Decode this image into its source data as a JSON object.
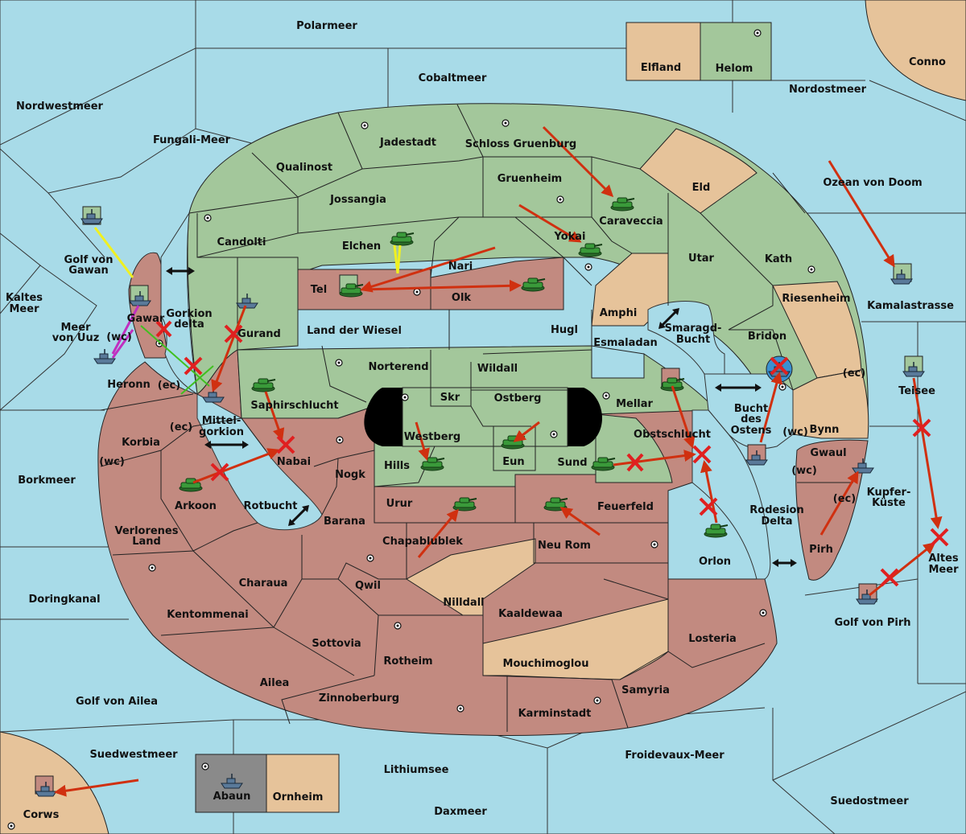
{
  "regions": {
    "polarmeer": "Polarmeer",
    "cobaltmeer": "Cobaltmeer",
    "nordwestmeer": "Nordwestmeer",
    "fungali_meer": "Fungali-Meer",
    "nordostmeer": "Nordostmeer",
    "conno": "Conno",
    "elfland": "Elfland",
    "helom": "Helom",
    "jadestadt": "Jadestadt",
    "schloss_gruenburg": "Schloss Gruenburg",
    "qualinost": "Qualinost",
    "jossangia": "Jossangia",
    "gruenheim": "Gruenheim",
    "eld": "Eld",
    "ozean_von_doom": "Ozean von Doom",
    "candolti": "Candolti",
    "elchen": "Elchen",
    "caraveccia": "Caraveccia",
    "yokai": "Yokai",
    "nari": "Nari",
    "utar": "Utar",
    "kath": "Kath",
    "golf_von_gawan": "Golf von Gawan",
    "kaltes_meer": "Kaltes Meer",
    "tel": "Tel",
    "olk": "Olk",
    "amphi": "Amphi",
    "riesenheim": "Riesenheim",
    "kamalastrasse": "Kamalastrasse",
    "gawar": "Gawar",
    "gorkion_delta": "Gorkion delta",
    "meer_von_uuz": "Meer von Uuz",
    "gurand": "Gurand",
    "land_der_wiesel": "Land der Wiesel",
    "hugl": "Hugl",
    "smaragd_bucht": "Smaragd-Bucht",
    "bridon": "Bridon",
    "esmaladan": "Esmaladan",
    "heronn": "Heronn",
    "norterend": "Norterend",
    "wildall": "Wildall",
    "skr": "Skr",
    "ostberg": "Ostberg",
    "mellar": "Mellar",
    "teisee": "Teisee",
    "ec": "(ec)",
    "wc": "(wc)",
    "saphirschlucht": "Saphirschlucht",
    "mittel_gorkion": "Mittel-gorkion",
    "bucht_des_ostens": "Bucht des Ostens",
    "bynn": "Bynn",
    "korbia": "Korbia",
    "westberg": "Westberg",
    "obstschlucht": "Obstschlucht",
    "gwaul": "Gwaul",
    "nabai": "Nabai",
    "hills": "Hills",
    "eun": "Eun",
    "sund": "Sund",
    "borkmeer": "Borkmeer",
    "nogk": "Nogk",
    "kupfer_kueste": "Kupfer-Küste",
    "arkoon": "Arkoon",
    "rotbucht": "Rotbucht",
    "urur": "Urur",
    "feuerfeld": "Feuerfeld",
    "rodesion_delta": "Rodesion Delta",
    "barana": "Barana",
    "verlorenes_land": "Verlorenes Land",
    "chapablublek": "Chapablublek",
    "neu_rom": "Neu Rom",
    "pirh": "Pirh",
    "altes_meer": "Altes Meer",
    "orlon": "Orlon",
    "qwil": "Qwil",
    "charaua": "Charaua",
    "nilldall": "Nilldall",
    "doringkanal": "Doringkanal",
    "kaaldewaa": "Kaaldewaa",
    "kentommenai": "Kentommenai",
    "golf_von_pirh": "Golf von Pirh",
    "losteria": "Losteria",
    "sottovia": "Sottovia",
    "rotheim": "Rotheim",
    "mouchimoglou": "Mouchimoglou",
    "ailea": "Ailea",
    "samyria": "Samyria",
    "golf_von_ailea": "Golf von Ailea",
    "zinnoberburg": "Zinnoberburg",
    "karminstadt": "Karminstadt",
    "suedwestmeer": "Suedwestmeer",
    "froidevaux_meer": "Froidevaux-Meer",
    "lithiumsee": "Lithiumsee",
    "abaun": "Abaun",
    "ornheim": "Ornheim",
    "suedostmeer": "Suedostmeer",
    "daxmeer": "Daxmeer",
    "corws": "Corws"
  },
  "colors": {
    "sea": "#a8dbe8",
    "green_power": "#a3c79b",
    "red_power": "#c28a80",
    "neutral": "#e6c39a",
    "grey_power": "#8a8a8a",
    "order_arrow": "#d03010"
  }
}
